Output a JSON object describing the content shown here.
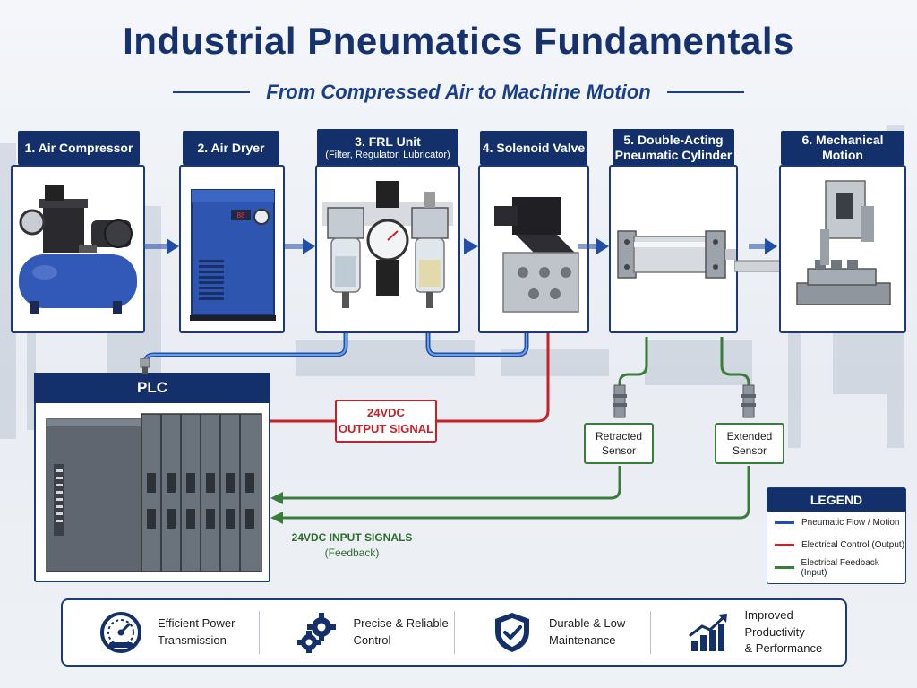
{
  "header": {
    "title": "Industrial Pneumatics Fundamentals",
    "subtitle": "From Compressed Air to Machine Motion"
  },
  "stages": [
    {
      "label": "1. Air Compressor",
      "sub": ""
    },
    {
      "label": "2. Air Dryer",
      "sub": ""
    },
    {
      "label": "3. FRL Unit",
      "sub": "(Filter, Regulator, Lubricator)"
    },
    {
      "label": "4. Solenoid Valve",
      "sub": ""
    },
    {
      "label": "5. Double-Acting",
      "sub": "Pneumatic Cylinder"
    },
    {
      "label": "6. Mechanical Motion",
      "sub": ""
    }
  ],
  "plc": {
    "label": "PLC"
  },
  "output_signal": {
    "line1": "24VDC",
    "line2": "OUTPUT SIGNAL"
  },
  "sensors": {
    "retracted": {
      "line1": "Retracted",
      "line2": "Sensor"
    },
    "extended": {
      "line1": "Extended",
      "line2": "Sensor"
    }
  },
  "input_signals": {
    "line1": "24VDC INPUT SIGNALS",
    "line2": "(Feedback)"
  },
  "legend": {
    "title": "LEGEND",
    "items": [
      {
        "label": "Pneumatic Flow / Motion",
        "color": "#1f4fa8"
      },
      {
        "label": "Electrical Control (Output)",
        "color": "#c8202a"
      },
      {
        "label": "Electrical Feedback (Input)",
        "color": "#3a7d3a"
      }
    ]
  },
  "benefits": [
    {
      "line1": "Efficient Power",
      "line2": "Transmission",
      "icon": "gauge-icon"
    },
    {
      "line1": "Precise & Reliable",
      "line2": "Control",
      "icon": "gears-icon"
    },
    {
      "line1": "Durable & Low",
      "line2": "Maintenance",
      "icon": "shield-check-icon"
    },
    {
      "line1": "Improved Productivity",
      "line2": "& Performance",
      "icon": "growth-chart-icon"
    }
  ],
  "colors": {
    "navy": "#14306a",
    "pneumatic": "#1f4fa8",
    "electrical_output": "#c8202a",
    "electrical_input": "#3a7d3a"
  }
}
